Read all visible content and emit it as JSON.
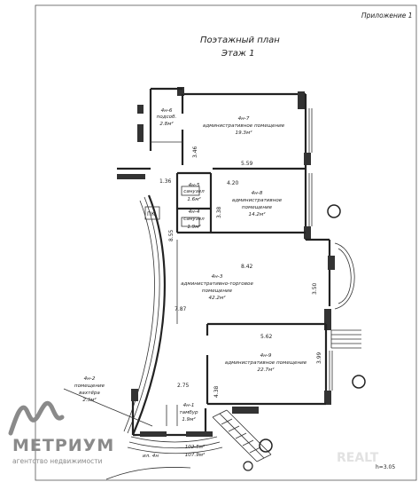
{
  "header": {
    "appendix": "Приложение 1",
    "title": "Поэтажный план",
    "floor": "Этаж 1"
  },
  "rooms": [
    {
      "id": "r6",
      "lines": [
        "4н-6",
        "подсоб.",
        "2.8м²"
      ]
    },
    {
      "id": "r7",
      "lines": [
        "4н-7",
        "административное помещение",
        "19.3м²"
      ]
    },
    {
      "id": "r5",
      "lines": [
        "4н-5",
        "санузел",
        "1.6м²"
      ]
    },
    {
      "id": "r8",
      "lines": [
        "4н-8",
        "административное",
        "помещение",
        "14.2м²"
      ]
    },
    {
      "id": "r4",
      "lines": [
        "4н-4",
        "санузел",
        "1.9м²"
      ]
    },
    {
      "id": "r3",
      "lines": [
        "4н-3",
        "административно-торговое",
        "помещение",
        "42.2м²"
      ]
    },
    {
      "id": "r9",
      "lines": [
        "4н-9",
        "административное помещение",
        "22.7м²"
      ]
    },
    {
      "id": "r2",
      "lines": [
        "4н-2",
        "помещение",
        "вахтёра",
        "2.3м²"
      ]
    },
    {
      "id": "r1",
      "lines": [
        "4н-1",
        "тамбур",
        "1.9м²"
      ]
    }
  ],
  "dimensions": [
    "3.46",
    "5.59",
    "1.36",
    "4.20",
    "3.38",
    "8.55",
    "8.42",
    "3.50",
    "7.87",
    "5.62",
    "3.99",
    "2.75",
    "4.38"
  ],
  "pk_label": "ПК",
  "totals": {
    "area_1": "102.5м²",
    "area_2": "107.9м²",
    "inv": "ил. 4н"
  },
  "height_note": "h=3.05",
  "logo": {
    "word": "МЕТРИУМ",
    "subtitle": "агентство недвижимости"
  },
  "watermark": "REALT"
}
